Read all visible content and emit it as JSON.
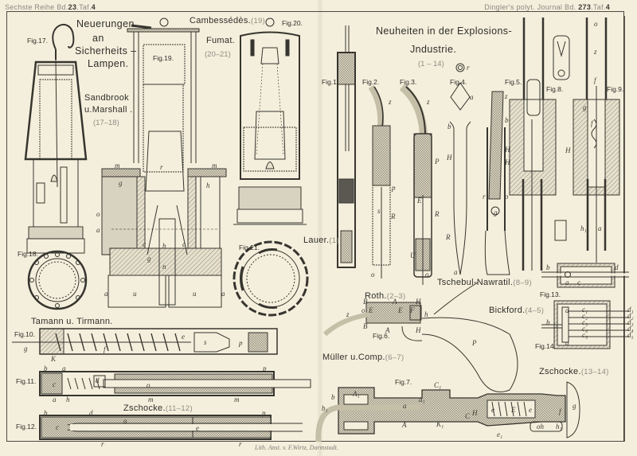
{
  "header": {
    "left_series": "Sechste Reihe Bd.",
    "left_volume": "23",
    "left_plate_prefix": ".Taf.",
    "left_plate": "4",
    "right_journal": "Dingler's polyt. Journal Bd.",
    "right_volume": "273",
    "right_plate_prefix": ".Taf.",
    "right_plate": "4"
  },
  "left_plate": {
    "title_lines": [
      "Neuerungen",
      "an",
      "Sicherheits –",
      "Lampen."
    ],
    "inventors": [
      {
        "name": "Sandbrook",
        "name2": "u.Marshall .",
        "range": "(17–18)"
      },
      {
        "name": "Cambessédès.",
        "range": "(19)"
      },
      {
        "name": "Fumat.",
        "range": "(20–21)"
      },
      {
        "name": "Tamann u. Tirmann.",
        "range": ""
      },
      {
        "name": "Zschocke.",
        "range": "(11–12)"
      }
    ],
    "figures": [
      "Fig.17.",
      "Fig.18.",
      "Fig.19.",
      "Fig.20.",
      "Fig.21.",
      "Fig.10.",
      "Fig.11.",
      "Fig.12."
    ]
  },
  "right_plate": {
    "title_lines": [
      "Neuheiten in der Explosions-",
      "Jndustrie."
    ],
    "title_range": "(1 – 14)",
    "inventors": [
      {
        "name": "Lauer.",
        "range": "(1)"
      },
      {
        "name": "Tschebul-Nawratil.",
        "range": "(8–9)"
      },
      {
        "name": "Roth.",
        "range": "(2–3)"
      },
      {
        "name": "Bickford.",
        "range": "(4–5)"
      },
      {
        "name": "Müller u.Comp.",
        "range": "(6–7)"
      },
      {
        "name": "Zschocke.",
        "range": "(13–14)"
      }
    ],
    "figures": [
      "Fig.1.",
      "Fig.2.",
      "Fig.3.",
      "Fig.4.",
      "Fig.5.",
      "Fig.8.",
      "Fig.9.",
      "Fig.6.",
      "Fig.7.",
      "Fig.13.",
      "Fig.14."
    ]
  },
  "part_letters": {
    "fig19": [
      "m",
      "m",
      "r",
      "g",
      "h",
      "o",
      "a",
      "c",
      "c",
      "b",
      "u",
      "u",
      "a",
      "a",
      "n",
      "g"
    ],
    "fig10": [
      "g",
      "K",
      "f",
      "e",
      "s",
      "p"
    ],
    "fig11": [
      "b",
      "g",
      "c",
      "d",
      "o",
      "p",
      "a",
      "h",
      "m",
      "m"
    ],
    "fig12": [
      "b",
      "d",
      "a",
      "c",
      "e",
      "p",
      "r",
      "r"
    ],
    "fig2": [
      "z",
      "p",
      "s",
      "R",
      "o"
    ],
    "fig3": [
      "z",
      "P",
      "E",
      "R",
      "U",
      "o"
    ],
    "fig4": [
      "r",
      "a",
      "b",
      "H",
      "R",
      "a"
    ],
    "fig5": [
      "z",
      "b",
      "H",
      "H",
      "r",
      "o",
      "g"
    ],
    "fig9": [
      "o",
      "z",
      "f",
      "g",
      "f",
      "H",
      "h₁",
      "a"
    ],
    "fig6": [
      "B",
      "A",
      "H",
      "o",
      "E",
      "E",
      "F",
      "z",
      "B",
      "A",
      "H",
      "h",
      "P"
    ],
    "fig7": [
      "A₁",
      "C₁",
      "b",
      "a₁",
      "a",
      "b₁",
      "A",
      "H",
      "C",
      "K₁",
      "E",
      "e",
      "e",
      "f",
      "g",
      "oh",
      "h₁",
      "e₁"
    ],
    "fig13": [
      "b",
      "a",
      "c",
      "d"
    ],
    "fig14": [
      "a",
      "b",
      "a",
      "c₁",
      "c₂",
      "c₃",
      "c₄",
      "c₅",
      "d₁",
      "d₂",
      "d₃",
      "d₄",
      "d₅"
    ]
  },
  "imprint": "Lith. Anst. v. F.Wirtz, Darmstadt."
}
